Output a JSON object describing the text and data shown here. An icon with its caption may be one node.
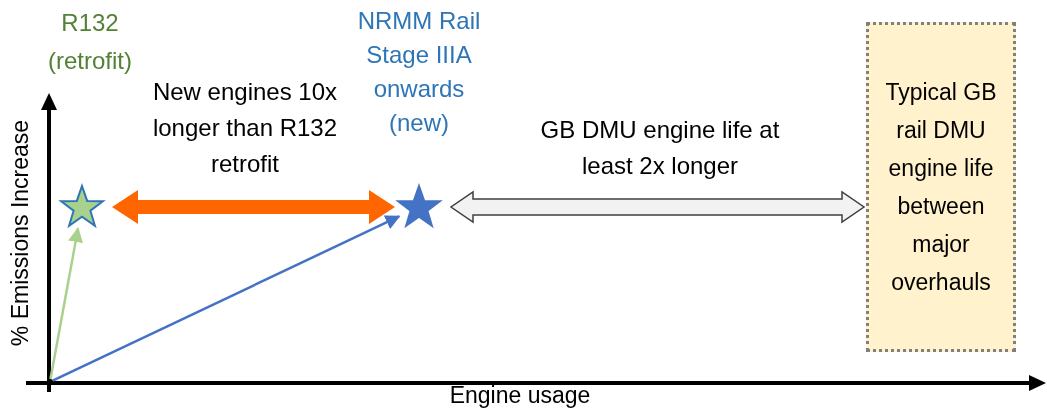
{
  "diagram": {
    "nodes": [
      {
        "text": [],
        "shape": "dot"
      },
      {
        "text": [],
        "shape": "star"
      },
      {
        "text": [],
        "shape": "star"
      },
      {
        "text": [
          "Typical GB rail DMU engine life between major overhauls"
        ]
      }
    ],
    "edges": [
      {
        "from": 0,
        "to": 1,
        "arrow": "to",
        "color": "#a9d18e"
      },
      {
        "from": 0,
        "to": 2,
        "arrow": "to",
        "color": "#4472c4"
      },
      {
        "from": 1,
        "to": 2,
        "arrow": "both",
        "label": "New engines 10x longer than R132 retrofit",
        "style": "thick",
        "color": "#ff6600"
      },
      {
        "from": 2,
        "to": 3,
        "arrow": "both",
        "label": "GB DMU engine life at least 2x longer",
        "style": "thick",
        "color": "#404040"
      }
    ],
    "labels": [
      "R132 (retrofit)",
      "NRMM Rail Stage IIIA onwards (new)",
      "% Emissions Increase",
      "Engine usage"
    ]
  }
}
